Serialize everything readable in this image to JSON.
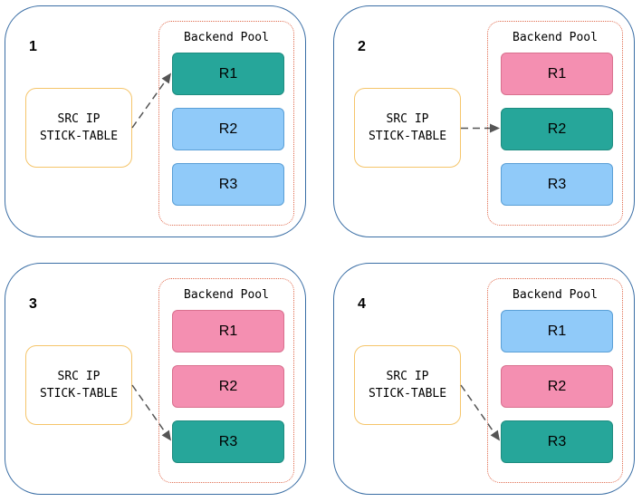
{
  "colors": {
    "active": "#26a69a",
    "active_border": "#1e8c7f",
    "used": "#f48fb1",
    "used_border": "#d9708e",
    "idle": "#90caf9",
    "idle_border": "#5a9fd6",
    "panel_border": "#3a6ea5",
    "stick_border": "#f5c56a",
    "pool_border": "#e06b4e",
    "arrow": "#555555"
  },
  "panels": [
    {
      "number": "1",
      "stick_table": {
        "line1": "SRC IP",
        "line2": "STICK-TABLE"
      },
      "pool_title": "Backend Pool",
      "arrow_target": 0,
      "servers": [
        {
          "label": "R1",
          "state": "active"
        },
        {
          "label": "R2",
          "state": "idle"
        },
        {
          "label": "R3",
          "state": "idle"
        }
      ]
    },
    {
      "number": "2",
      "stick_table": {
        "line1": "SRC IP",
        "line2": "STICK-TABLE"
      },
      "pool_title": "Backend Pool",
      "arrow_target": 1,
      "servers": [
        {
          "label": "R1",
          "state": "used"
        },
        {
          "label": "R2",
          "state": "active"
        },
        {
          "label": "R3",
          "state": "idle"
        }
      ]
    },
    {
      "number": "3",
      "stick_table": {
        "line1": "SRC IP",
        "line2": "STICK-TABLE"
      },
      "pool_title": "Backend Pool",
      "arrow_target": 2,
      "servers": [
        {
          "label": "R1",
          "state": "used"
        },
        {
          "label": "R2",
          "state": "used"
        },
        {
          "label": "R3",
          "state": "active"
        }
      ]
    },
    {
      "number": "4",
      "stick_table": {
        "line1": "SRC IP",
        "line2": "STICK-TABLE"
      },
      "pool_title": "Backend Pool",
      "arrow_target": 2,
      "servers": [
        {
          "label": "R1",
          "state": "idle"
        },
        {
          "label": "R2",
          "state": "used"
        },
        {
          "label": "R3",
          "state": "active"
        }
      ]
    }
  ]
}
